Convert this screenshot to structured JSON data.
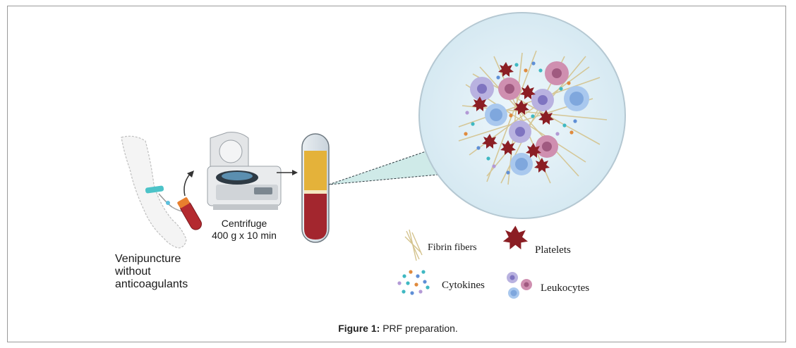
{
  "steps": {
    "venipuncture": {
      "line1": "Venipuncture",
      "line2": "without",
      "line3": "anticoagulants"
    },
    "centrifuge": {
      "line1": "Centrifuge",
      "line2": "400 g x 10 min"
    }
  },
  "legend": {
    "fibrin": "Fibrin fibers",
    "platelets": "Platelets",
    "cytokines": "Cytokines",
    "leukocytes": "Leukocytes"
  },
  "caption": {
    "label": "Figure 1:",
    "text": " PRF preparation."
  },
  "colors": {
    "fibrin": "#d9c9a0",
    "platelet": "#8b1e24",
    "plasma": "#e4b23a",
    "red_fraction": "#a3262e",
    "zoom_bg": "#d8ecf3",
    "leukocyte_purple": "#b9b2e0",
    "leukocyte_blue": "#a9c8ee",
    "leukocyte_pink": "#cf8fb0"
  }
}
